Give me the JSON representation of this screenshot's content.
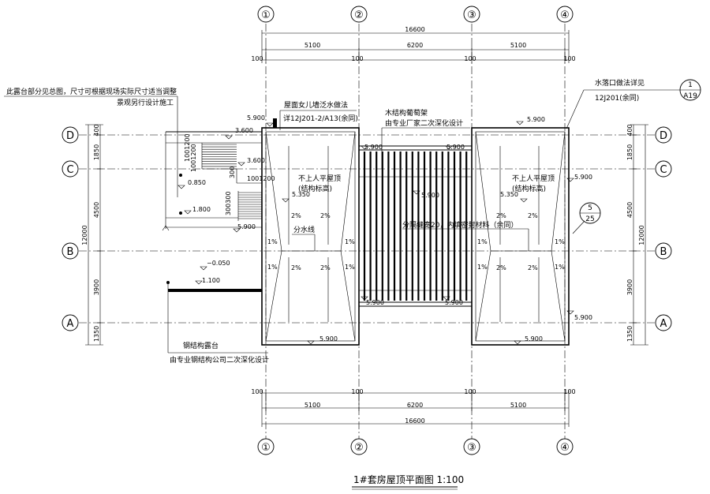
{
  "drawing_title": "1#套房屋顶平面图 1:100",
  "axes": {
    "columns": [
      "①",
      "②",
      "③",
      "④"
    ],
    "rows": [
      "D",
      "C",
      "B",
      "A"
    ]
  },
  "dims": {
    "total_width": "16600",
    "bays": [
      "5100",
      "6200",
      "5100"
    ],
    "offset": "100",
    "total_depth": "12000",
    "row_spacings": [
      "400",
      "1850",
      "4500",
      "3900",
      "1350"
    ],
    "misc": [
      "1001200",
      "1001200",
      "1001200",
      "300",
      "300300"
    ]
  },
  "elevations": {
    "e5900": "5.900",
    "e3600": "3.600",
    "e0850": "0.850",
    "e1800": "1.800",
    "e0050": "−0.050",
    "e1100": "1.100",
    "e5350": "5.350"
  },
  "slopes": {
    "two": "2%",
    "one": "1%"
  },
  "notes": {
    "terrace_line1": "此露台部分见总图，尺寸可根据现场实际尺寸适当调整",
    "terrace_line2": "景观另行设计施工",
    "parapet_line1": "屋面女儿墙泛水做法",
    "parapet_line2": "详12J201-2/A13(余同)",
    "pergola_line1": "木结构葡萄架",
    "pergola_line2": "由专业厂家二次深化设计",
    "drain_line1": "水落口做法详见",
    "drain_line2": "12J201(余同)",
    "roof_line1": "不上人平屋顶",
    "roof_line2": "(结构标高)",
    "ridge": "分水线",
    "joint": "分隔缝宽20，内填密封材料（余同）",
    "steel_line1": "钢结构露台",
    "steel_line2": "由专业钢结构公司二次深化设计"
  },
  "callouts": {
    "c1_top": "1",
    "c1_bottom": "A19",
    "c2_top": "5",
    "c2_bottom": "25"
  }
}
